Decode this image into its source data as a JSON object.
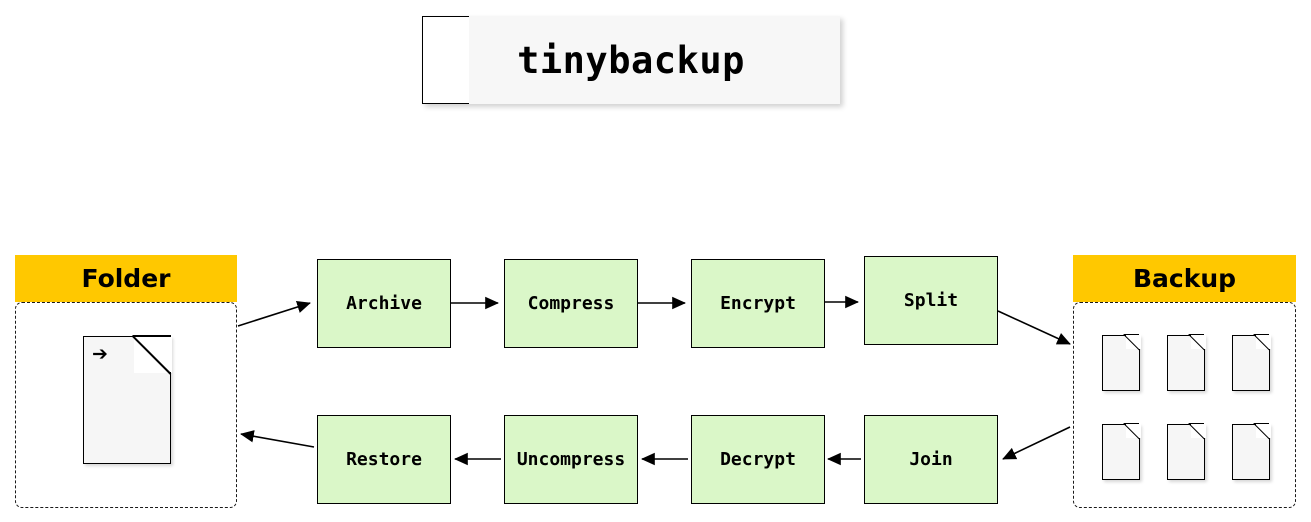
{
  "title": {
    "label": "tinybackup"
  },
  "colors": {
    "header_amber": "#FFC800",
    "process_green": "#DAF7C8",
    "title_card_bg": "#F7F7F7",
    "doc_fill": "#F6F6F6",
    "stroke": "#000000"
  },
  "groups": {
    "folder": {
      "header_label": "Folder",
      "docs": [
        {
          "name": "folder-document",
          "arrow_glyph": "➔"
        }
      ]
    },
    "backup": {
      "header_label": "Backup",
      "docs": [
        {
          "name": "backup-file-1"
        },
        {
          "name": "backup-file-2"
        },
        {
          "name": "backup-file-3"
        },
        {
          "name": "backup-file-4"
        },
        {
          "name": "backup-file-5"
        },
        {
          "name": "backup-file-6"
        }
      ]
    }
  },
  "flows": {
    "backup_row": {
      "direction": "left-to-right",
      "steps": [
        {
          "id": "archive",
          "label": "Archive"
        },
        {
          "id": "compress",
          "label": "Compress"
        },
        {
          "id": "encrypt",
          "label": "Encrypt"
        },
        {
          "id": "split",
          "label": "Split"
        }
      ]
    },
    "restore_row": {
      "direction": "right-to-left",
      "steps": [
        {
          "id": "restore",
          "label": "Restore"
        },
        {
          "id": "uncompress",
          "label": "Uncompress"
        },
        {
          "id": "decrypt",
          "label": "Decrypt"
        },
        {
          "id": "join",
          "label": "Join"
        }
      ]
    }
  }
}
